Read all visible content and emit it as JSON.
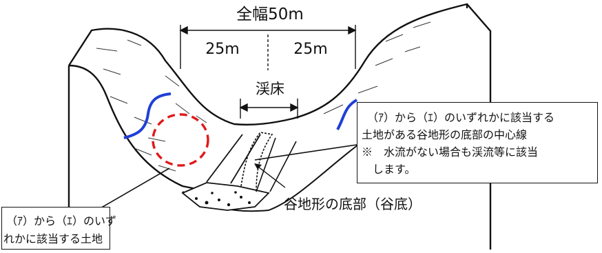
{
  "colors": {
    "outline": "#111111",
    "water_line": "#1f3fd6",
    "highlight_dash": "#e0191b",
    "background": "#ffffff"
  },
  "dimension": {
    "total_width": "全幅50m",
    "half_left": "25m",
    "half_right": "25m",
    "bed_label": "渓床"
  },
  "labels": {
    "valley_bottom": "谷地形の底部（谷底）"
  },
  "callout_right": {
    "lines": [
      "（ｱ）から（ｴ）のいずれかに該当する",
      "土地がある谷地形の底部の中心線",
      "※　水流がない場合も渓流等に該当",
      "します。"
    ]
  },
  "callout_left": {
    "lines": [
      "（ｱ）から（ｴ）のいず",
      "れかに該当する土地"
    ]
  }
}
